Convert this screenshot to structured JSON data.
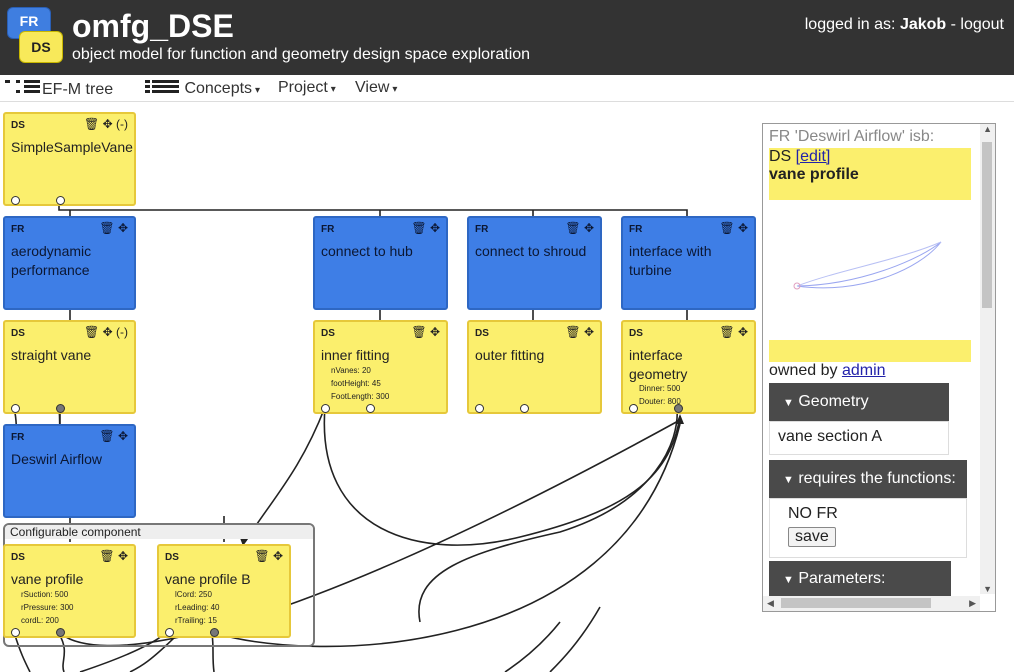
{
  "header": {
    "logo_fr": "FR",
    "logo_ds": "DS",
    "title": "omfg_DSE",
    "subtitle": "object model for function and geometry design space exploration",
    "login_prefix": "logged in as: ",
    "username": "Jakob",
    "login_sep": " - ",
    "logout": "logout"
  },
  "menu": {
    "efm_tree": "EF-M tree",
    "concepts": "Concepts",
    "project": "Project",
    "view": "View"
  },
  "nodes": {
    "simple": {
      "type": "DS",
      "title": "SimpleSampleVane",
      "collapse": "(-)"
    },
    "aero": {
      "type": "FR",
      "title": "aerodynamic performance"
    },
    "hub": {
      "type": "FR",
      "title": "connect to hub"
    },
    "shroud": {
      "type": "FR",
      "title": "connect to shroud"
    },
    "turbine": {
      "type": "FR",
      "title": "interface with turbine"
    },
    "straight": {
      "type": "DS",
      "title": "straight vane",
      "collapse": "(-)"
    },
    "inner": {
      "type": "DS",
      "title": "inner fitting",
      "params": [
        "nVanes: 20",
        "footHeight: 45",
        "FootLength: 300"
      ]
    },
    "outer": {
      "type": "DS",
      "title": "outer fitting"
    },
    "iface": {
      "type": "DS",
      "title": "interface geometry",
      "params": [
        "Dinner: 500",
        "Douter: 800"
      ]
    },
    "deswirl": {
      "type": "FR",
      "title": "Deswirl Airflow"
    },
    "vaneprofile": {
      "type": "DS",
      "title": "vane profile",
      "params": [
        "rSuction: 500",
        "rPressure: 300",
        "cordL: 200"
      ]
    },
    "vaneprofileb": {
      "type": "DS",
      "title": "vane profile B",
      "params": [
        "lCord: 250",
        "rLeading: 40",
        "rTrailing: 15"
      ]
    }
  },
  "config_group": {
    "label": "Configurable component"
  },
  "panel": {
    "title": "FR 'Deswirl Airflow' isb:",
    "ds_prefix": "DS ",
    "edit": "[edit]",
    "ds_name": "vane profile",
    "owned_prefix": "owned by ",
    "owner": "admin",
    "geometry_header": "Geometry",
    "geometry_item": "vane section A",
    "requires_header": "requires the functions:",
    "requires_value": "NO FR",
    "save": "save",
    "parameters_header": "Parameters:"
  },
  "colors": {
    "fr": "#3e7ee6",
    "ds": "#fbef6d",
    "header": "#333333"
  }
}
